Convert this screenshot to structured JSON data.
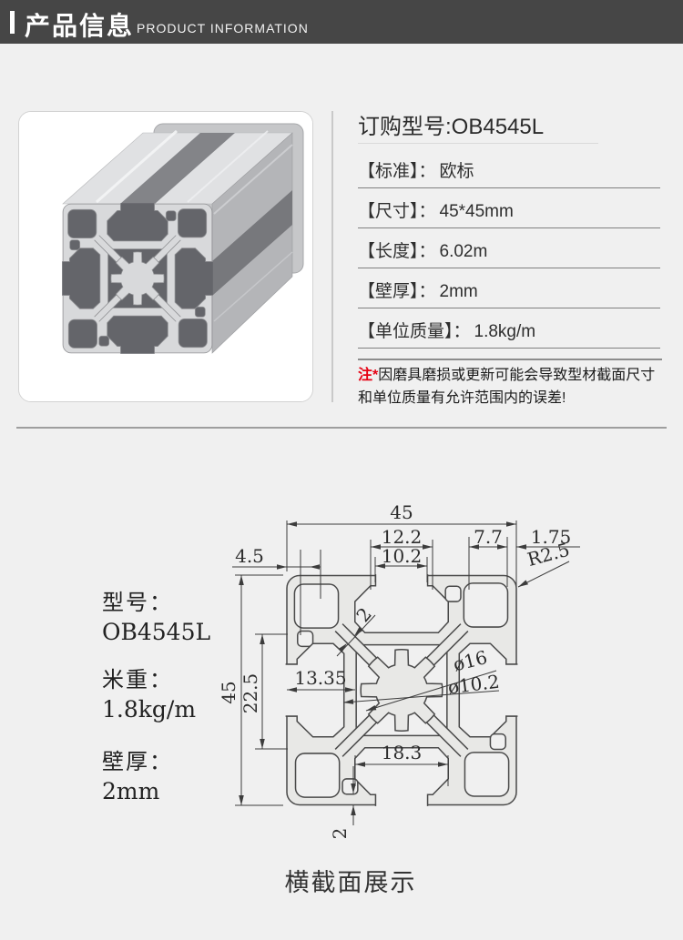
{
  "header": {
    "title_zh": "产品信息",
    "title_en": "PRODUCT INFORMATION"
  },
  "product": {
    "order_title": "订购型号:OB4545L",
    "specs": [
      {
        "label": "【标准】：",
        "value": "欧标"
      },
      {
        "label": "【尺寸】：",
        "value": "45*45mm"
      },
      {
        "label": "【长度】：",
        "value": "6.02m"
      },
      {
        "label": "【壁厚】：",
        "value": "2mm"
      },
      {
        "label": "【单位质量】：",
        "value": "1.8kg/m"
      }
    ],
    "note_mark": "注*",
    "note_text": "因磨具磨损或更新可能会导致型材截面尺寸和单位质量有允许范围内的误差!"
  },
  "drawing": {
    "side_labels": [
      {
        "label": "型号：",
        "value": "OB4545L"
      },
      {
        "label": "米重：",
        "value": "1.8kg/m"
      },
      {
        "label": "壁厚：",
        "value": "2mm"
      }
    ],
    "dims": {
      "overall_width": "45",
      "overall_height": "45",
      "slot_under_width": "12.2",
      "slot_opening": "10.2",
      "corner_hole_width": "7.7",
      "edge_offset": "1.75",
      "lip_offset": "4.5",
      "corner_radius": "R2.5",
      "inner_span": "22.5",
      "hub_offset": "13.35",
      "bore_outer": "ø16",
      "bore_inner": "ø10.2",
      "cavity_width": "18.3",
      "wall_web": "2",
      "wall_bottom": "2"
    },
    "caption": "横截面展示"
  },
  "colors": {
    "header_bg": "#464646",
    "accent_red": "#e60012",
    "page_bg": "#f0f0f0",
    "drawing_line": "#4a4a4a"
  }
}
